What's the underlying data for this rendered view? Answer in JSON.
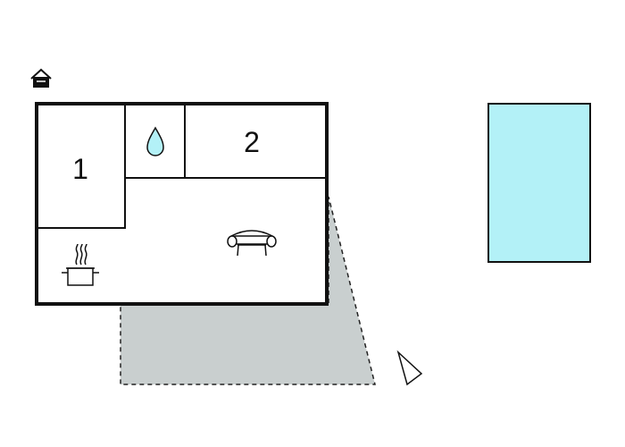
{
  "floorplan": {
    "rooms": [
      {
        "id": "bedroom-1",
        "label": "1"
      },
      {
        "id": "bedroom-2",
        "label": "2"
      }
    ],
    "icons": {
      "house": "house-icon",
      "bathroom": "water-drop-icon",
      "living": "sofa-icon",
      "kitchen": "cooking-pot-icon",
      "orientation": "north-arrow-icon"
    },
    "colors": {
      "walls": "#111111",
      "terrace": "#c9cfcf",
      "pool": "#b3f1f7",
      "water_drop": "#b3f1f7"
    }
  }
}
